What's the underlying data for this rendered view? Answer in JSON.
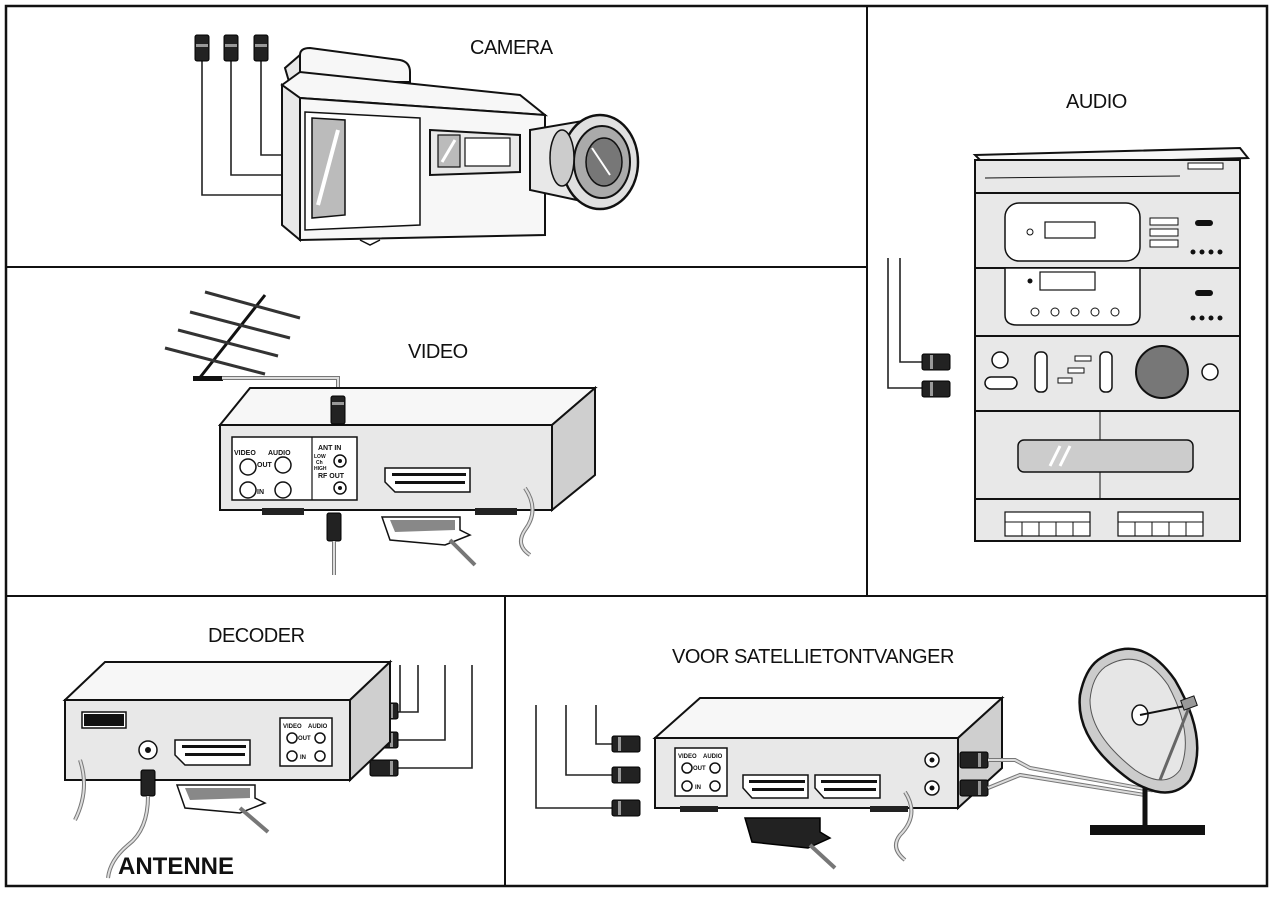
{
  "labels": {
    "camera": "CAMERA",
    "audio": "AUDIO",
    "video": "VIDEO",
    "decoder": "DECODER",
    "satellite": "VOOR SATELLIETONTVANGER",
    "antenne": "ANTENNE"
  },
  "panel_text": {
    "video_out": "VIDEO",
    "audio_out": "AUDIO",
    "out": "OUT",
    "in": "IN",
    "ant_in": "ANT IN",
    "rf_out": "RF OUT",
    "low": "LOW",
    "ch": "Ch",
    "high": "HIGH"
  },
  "colors": {
    "border": "#111111",
    "device_fill": "#e8e8e8",
    "dark_fill": "#222222",
    "cable_gray": "#777777"
  }
}
